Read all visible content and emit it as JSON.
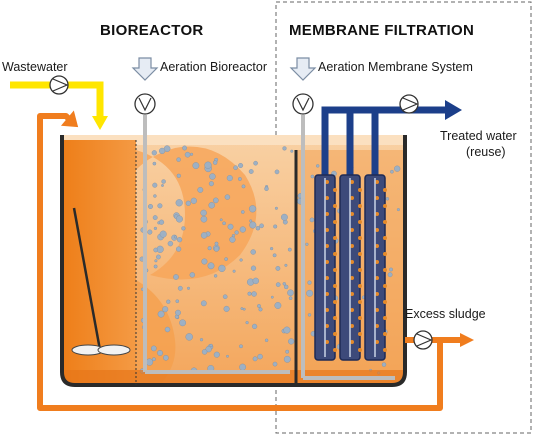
{
  "sections": {
    "bioreactor": "BIOREACTOR",
    "membrane": "MEMBRANE FILTRATION"
  },
  "labels": {
    "wastewater": "Wastewater",
    "aeration_bioreactor": "Aeration Bioreactor",
    "aeration_membrane": "Aeration Membrane System",
    "treated_water_line1": "Treated water",
    "treated_water_line2": "(reuse)",
    "excess_sludge": "Excess sludge"
  },
  "colors": {
    "sludge_light": "#f7c28c",
    "sludge_dark": "#f08a22",
    "tank_outline": "#2a2a2a",
    "recirculation_pipe": "#f07d1e",
    "influent_pipe": "#ffe600",
    "permeate_pipe": "#1c3f8a",
    "air_pipe": "#c8c8c8",
    "bubble": "#9db0c4"
  },
  "icons": [
    "pump-icon",
    "air-inlet-arrow-icon",
    "mixer-icon",
    "membrane-module-icon",
    "flow-arrow-icon"
  ]
}
